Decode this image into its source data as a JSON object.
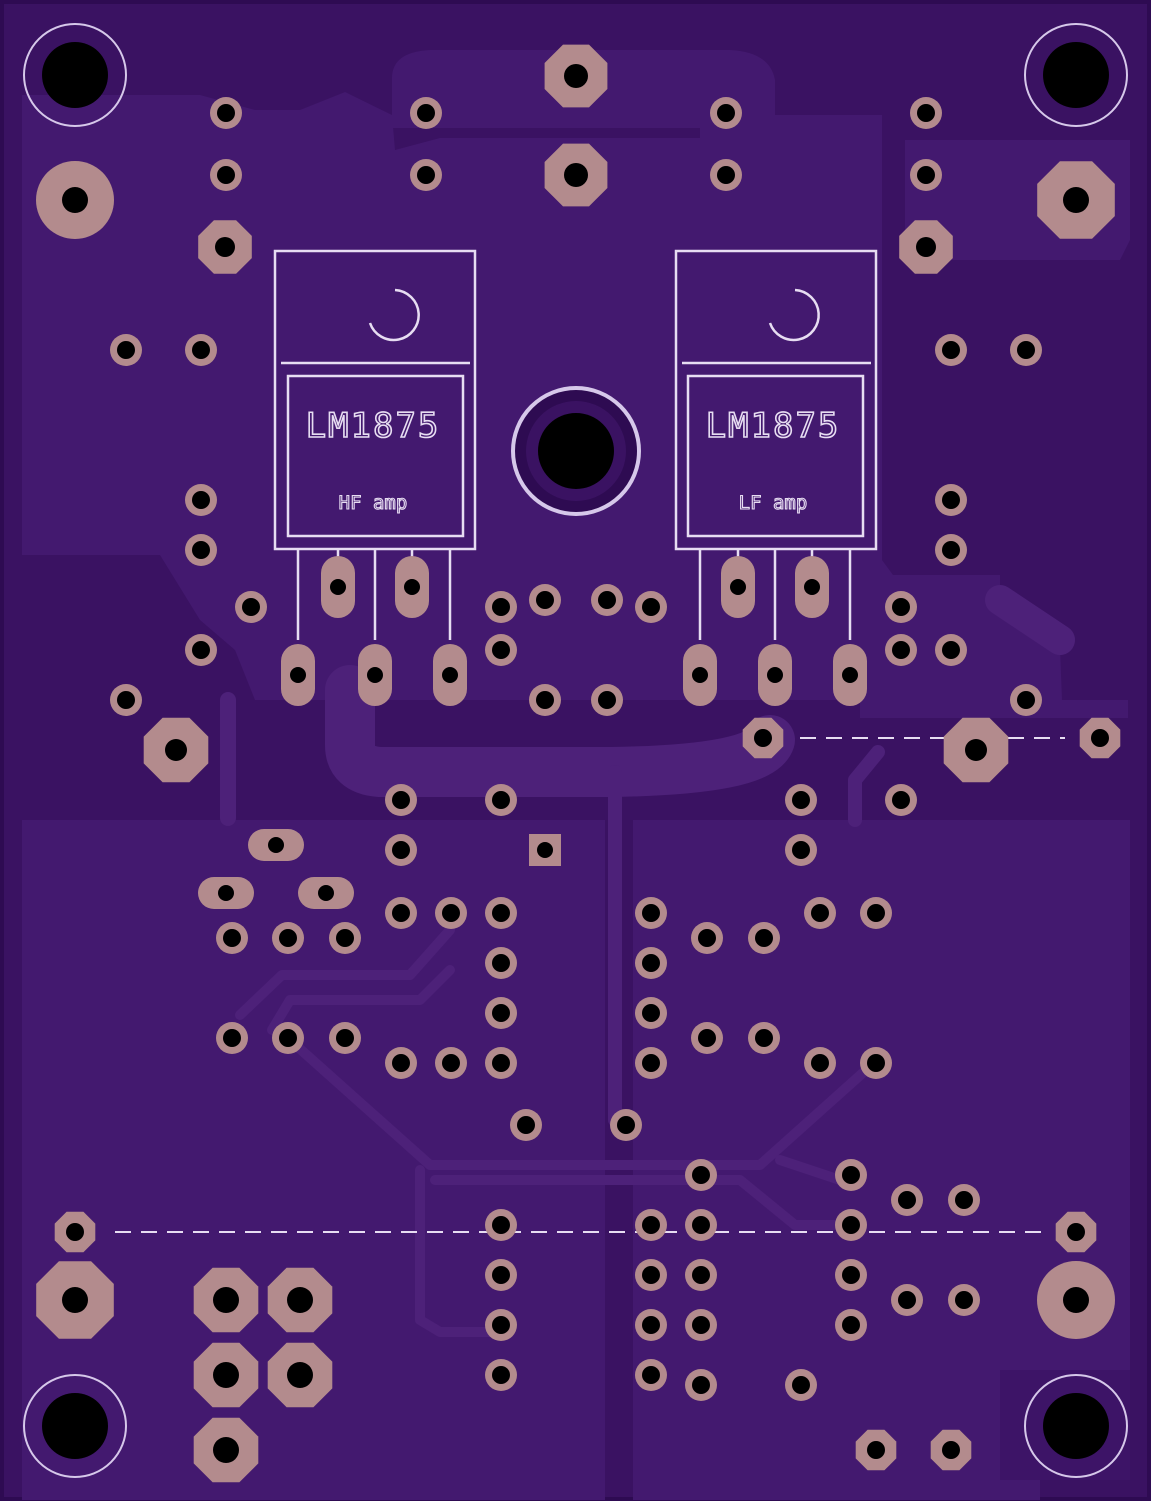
{
  "board": {
    "colors": {
      "board_edge": "#2e0b52",
      "substrate": "#3a1262",
      "copper_fill": "#43196f",
      "trace": "#4d2179",
      "pad": "#b38b8d",
      "hole": "#000000",
      "silkscreen": "#e7ddf2",
      "mounting_ring": "#d6c8ea"
    }
  },
  "components": [
    {
      "part": "LM1875",
      "label": "HF amp",
      "package": "TO-220-5"
    },
    {
      "part": "LM1875",
      "label": "LF amp",
      "package": "TO-220-5"
    }
  ],
  "icons": {
    "mounting_hole": "mounting-hole-icon",
    "center_mount": "heatsink-mount-icon"
  }
}
